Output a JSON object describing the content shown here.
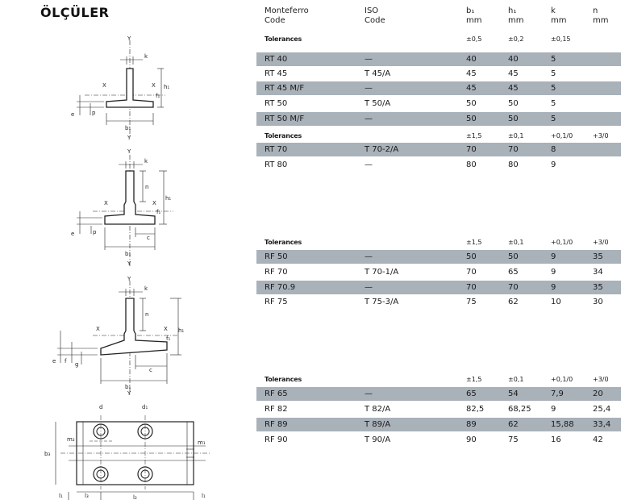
{
  "title": "ÖLÇÜLER",
  "columns": [
    {
      "line1": "Monteferro",
      "line2": "Code"
    },
    {
      "line1": "ISO",
      "line2": "Code"
    },
    {
      "line1": "b₁",
      "line2": "mm"
    },
    {
      "line1": "h₁",
      "line2": "mm"
    },
    {
      "line1": "k",
      "line2": "mm"
    },
    {
      "line1": "n",
      "line2": "mm"
    }
  ],
  "groups": [
    {
      "tolerance": {
        "label": "Tolerances",
        "b": "±0,5",
        "h": "±0,2",
        "k": "±0,15",
        "n": ""
      },
      "rows": [
        {
          "code": "RT 40",
          "iso": "—",
          "b": "40",
          "h": "40",
          "k": "5",
          "n": ""
        },
        {
          "code": "RT 45",
          "iso": "T 45/A",
          "b": "45",
          "h": "45",
          "k": "5",
          "n": ""
        },
        {
          "code": "RT 45 M/F",
          "iso": "—",
          "b": "45",
          "h": "45",
          "k": "5",
          "n": ""
        },
        {
          "code": "RT 50",
          "iso": "T 50/A",
          "b": "50",
          "h": "50",
          "k": "5",
          "n": ""
        },
        {
          "code": "RT 50 M/F",
          "iso": "—",
          "b": "50",
          "h": "50",
          "k": "5",
          "n": ""
        }
      ]
    },
    {
      "tolerance": {
        "label": "Tolerances",
        "b": "±1,5",
        "h": "±0,1",
        "k": "+0,1/0",
        "n": "+3/0"
      },
      "rows": [
        {
          "code": "RT 70",
          "iso": "T 70-2/A",
          "b": "70",
          "h": "70",
          "k": "8",
          "n": ""
        },
        {
          "code": "RT 80",
          "iso": "—",
          "b": "80",
          "h": "80",
          "k": "9",
          "n": ""
        }
      ]
    },
    {
      "tolerance": {
        "label": "Tolerances",
        "b": "±1,5",
        "h": "±0,1",
        "k": "+0,1/0",
        "n": "+3/0"
      },
      "rows": [
        {
          "code": "RF 50",
          "iso": "—",
          "b": "50",
          "h": "50",
          "k": "9",
          "n": "35"
        },
        {
          "code": "RF 70",
          "iso": "T 70-1/A",
          "b": "70",
          "h": "65",
          "k": "9",
          "n": "34"
        },
        {
          "code": "RF 70.9",
          "iso": "—",
          "b": "70",
          "h": "70",
          "k": "9",
          "n": "35"
        },
        {
          "code": "RF 75",
          "iso": "T 75-3/A",
          "b": "75",
          "h": "62",
          "k": "10",
          "n": "30"
        }
      ]
    },
    {
      "tolerance": {
        "label": "Tolerances",
        "b": "±1,5",
        "h": "±0,1",
        "k": "+0,1/0",
        "n": "+3/0"
      },
      "rows": [
        {
          "code": "RF 65",
          "iso": "—",
          "b": "65",
          "h": "54",
          "k": "7,9",
          "n": "20"
        },
        {
          "code": "RF 82",
          "iso": "T 82/A",
          "b": "82,5",
          "h": "68,25",
          "k": "9",
          "n": "25,4"
        },
        {
          "code": "RF 89",
          "iso": "T 89/A",
          "b": "89",
          "h": "62",
          "k": "15,88",
          "n": "33,4"
        },
        {
          "code": "RF 90",
          "iso": "T 90/A",
          "b": "90",
          "h": "75",
          "k": "16",
          "n": "42"
        }
      ]
    }
  ],
  "drawings": {
    "labels1": [
      "Y",
      "k",
      "X",
      "X",
      "h₁",
      "f₁",
      "e",
      "p",
      "b₁",
      "Y"
    ],
    "labels2": [
      "Y",
      "k",
      "n",
      "X",
      "X",
      "h₁",
      "f₁",
      "e",
      "p",
      "c",
      "b₁",
      "Y"
    ],
    "labels3": [
      "Y",
      "k",
      "n",
      "X",
      "X",
      "h₁",
      "f₁",
      "e",
      "f",
      "g",
      "c",
      "b₁",
      "Y"
    ],
    "labels4": [
      "d",
      "d₁",
      "m₂",
      "m₁",
      "b₃",
      "l₁",
      "l₃",
      "l₂",
      "l₁"
    ]
  }
}
